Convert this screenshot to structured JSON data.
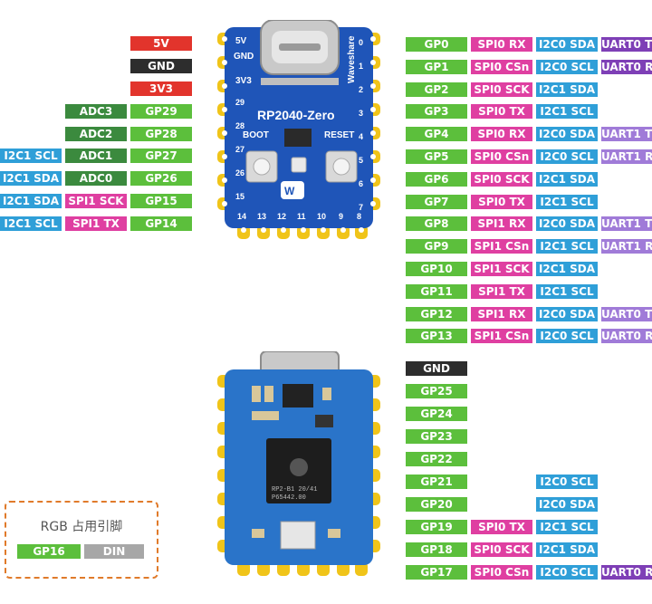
{
  "colors": {
    "power": "#e2342c",
    "gnd": "#2d2d2d",
    "gpio": "#5cbf3c",
    "adc": "#3b8a3e",
    "spi": "#df3fa1",
    "i2c": "#2f9fd8",
    "uart": "#7e3fb6",
    "uart_alt": "#a07bd8",
    "board": "#1f55b8"
  },
  "left_pins": [
    {
      "pin": "5V",
      "kind": "power"
    },
    {
      "pin": "GND",
      "kind": "gnd"
    },
    {
      "pin": "3V3",
      "kind": "power"
    },
    {
      "pin": "GP29",
      "adc": "ADC3"
    },
    {
      "pin": "GP28",
      "adc": "ADC2"
    },
    {
      "pin": "GP27",
      "adc": "ADC1",
      "spi": "",
      "i2c": "I2C1 SCL"
    },
    {
      "pin": "GP26",
      "adc": "ADC0",
      "i2c": "I2C1 SDA"
    },
    {
      "pin": "GP15",
      "spi": "SPI1 SCK",
      "i2c": "I2C1 SDA"
    },
    {
      "pin": "GP14",
      "spi": "SPI1 TX",
      "i2c": "I2C1 SCL"
    }
  ],
  "right_pins": [
    {
      "pin": "GP0",
      "spi": "SPI0 RX",
      "i2c": "I2C0 SDA",
      "uart": "UART0 T"
    },
    {
      "pin": "GP1",
      "spi": "SPI0 CSn",
      "i2c": "I2C0 SCL",
      "uart": "UART0 R"
    },
    {
      "pin": "GP2",
      "spi": "SPI0 SCK",
      "i2c": "I2C1 SDA"
    },
    {
      "pin": "GP3",
      "spi": "SPI0 TX",
      "i2c": "I2C1 SCL"
    },
    {
      "pin": "GP4",
      "spi": "SPI0 RX",
      "i2c": "I2C0 SDA",
      "uart": "UART1 T"
    },
    {
      "pin": "GP5",
      "spi": "SPI0 CSn",
      "i2c": "I2C0 SCL",
      "uart": "UART1 R"
    },
    {
      "pin": "GP6",
      "spi": "SPI0 SCK",
      "i2c": "I2C1 SDA"
    },
    {
      "pin": "GP7",
      "spi": "SPI0 TX",
      "i2c": "I2C1 SCL"
    },
    {
      "pin": "GP8",
      "spi": "SPI1 RX",
      "i2c": "I2C0 SDA",
      "uart": "UART1 T"
    },
    {
      "pin": "GP9",
      "spi": "SPI1 CSn",
      "i2c": "I2C1 SCL",
      "uart": "UART1 R"
    },
    {
      "pin": "GP10",
      "spi": "SPI1 SCK",
      "i2c": "I2C1 SDA"
    },
    {
      "pin": "GP11",
      "spi": "SPI1 TX",
      "i2c": "I2C1 SCL"
    },
    {
      "pin": "GP12",
      "spi": "SPI1 RX",
      "i2c": "I2C0 SDA",
      "uart": "UART0 T"
    },
    {
      "pin": "GP13",
      "spi": "SPI1 CSn",
      "i2c": "I2C0 SCL",
      "uart": "UART0 R"
    }
  ],
  "bottom_pins": [
    {
      "pin": "GND",
      "kind": "gnd"
    },
    {
      "pin": "GP25"
    },
    {
      "pin": "GP24"
    },
    {
      "pin": "GP23"
    },
    {
      "pin": "GP22"
    },
    {
      "pin": "GP21",
      "i2c": "I2C0 SCL"
    },
    {
      "pin": "GP20",
      "i2c": "I2C0 SDA"
    },
    {
      "pin": "GP19",
      "spi": "SPI0 TX",
      "i2c": "I2C1 SCL"
    },
    {
      "pin": "GP18",
      "spi": "SPI0 SCK",
      "i2c": "I2C1 SDA"
    },
    {
      "pin": "GP17",
      "spi": "SPI0 CSn",
      "i2c": "I2C0 SCL",
      "uart": "UART0 R"
    }
  ],
  "legend": {
    "title": "RGB 占用引脚",
    "pin": "GP16",
    "signal": "DIN"
  },
  "board_top": {
    "title": "RP2040-Zero",
    "brand": "Waveshare",
    "labels": {
      "v5": "5V",
      "gnd": "GND",
      "v33": "3V3",
      "boot": "BOOT",
      "reset": "RESET"
    },
    "left_numbers": [
      "29",
      "28",
      "27",
      "26",
      "15"
    ],
    "right_numbers": [
      "0",
      "1",
      "2",
      "3",
      "4",
      "5",
      "6",
      "7"
    ],
    "bottom_numbers": [
      "14",
      "13",
      "12",
      "11",
      "10",
      "9",
      "8"
    ]
  },
  "board_bottom": {
    "chip_lines": [
      "RP2-B1 20/41",
      "P65442.00"
    ]
  }
}
